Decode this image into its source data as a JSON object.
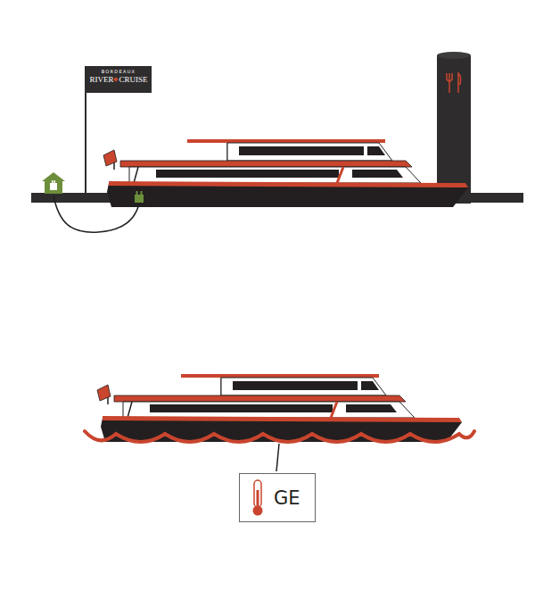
{
  "diagram": {
    "nodes": [
      {
        "text": [
          "BORDEAUX",
          "RIVER",
          "CRUISE"
        ]
      },
      {
        "text": [
          "GE"
        ]
      }
    ]
  }
}
